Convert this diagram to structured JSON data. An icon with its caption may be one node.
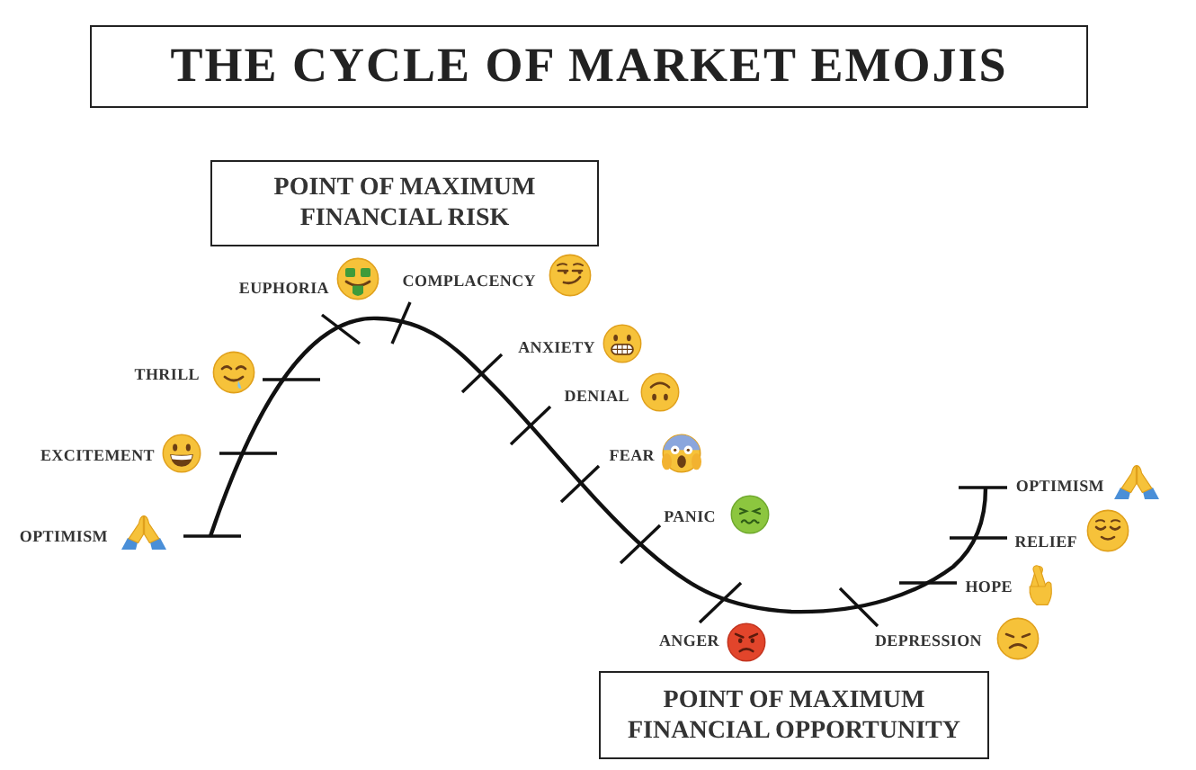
{
  "diagram": {
    "title": "THE CYCLE OF MARKET EMOJIS",
    "nodes": [
      {
        "text": [
          "POINT OF MAXIMUM FINANCIAL RISK"
        ]
      },
      {
        "text": [
          "POINT OF MAXIMUM FINANCIAL OPPORTUNITY"
        ]
      }
    ],
    "labels": [
      "OPTIMISM",
      "EXCITEMENT",
      "THRILL",
      "EUPHORIA",
      "COMPLACENCY",
      "ANXIETY",
      "DENIAL",
      "FEAR",
      "PANIC",
      "ANGER",
      "DEPRESSION",
      "HOPE",
      "RELIEF",
      "OPTIMISM"
    ]
  }
}
